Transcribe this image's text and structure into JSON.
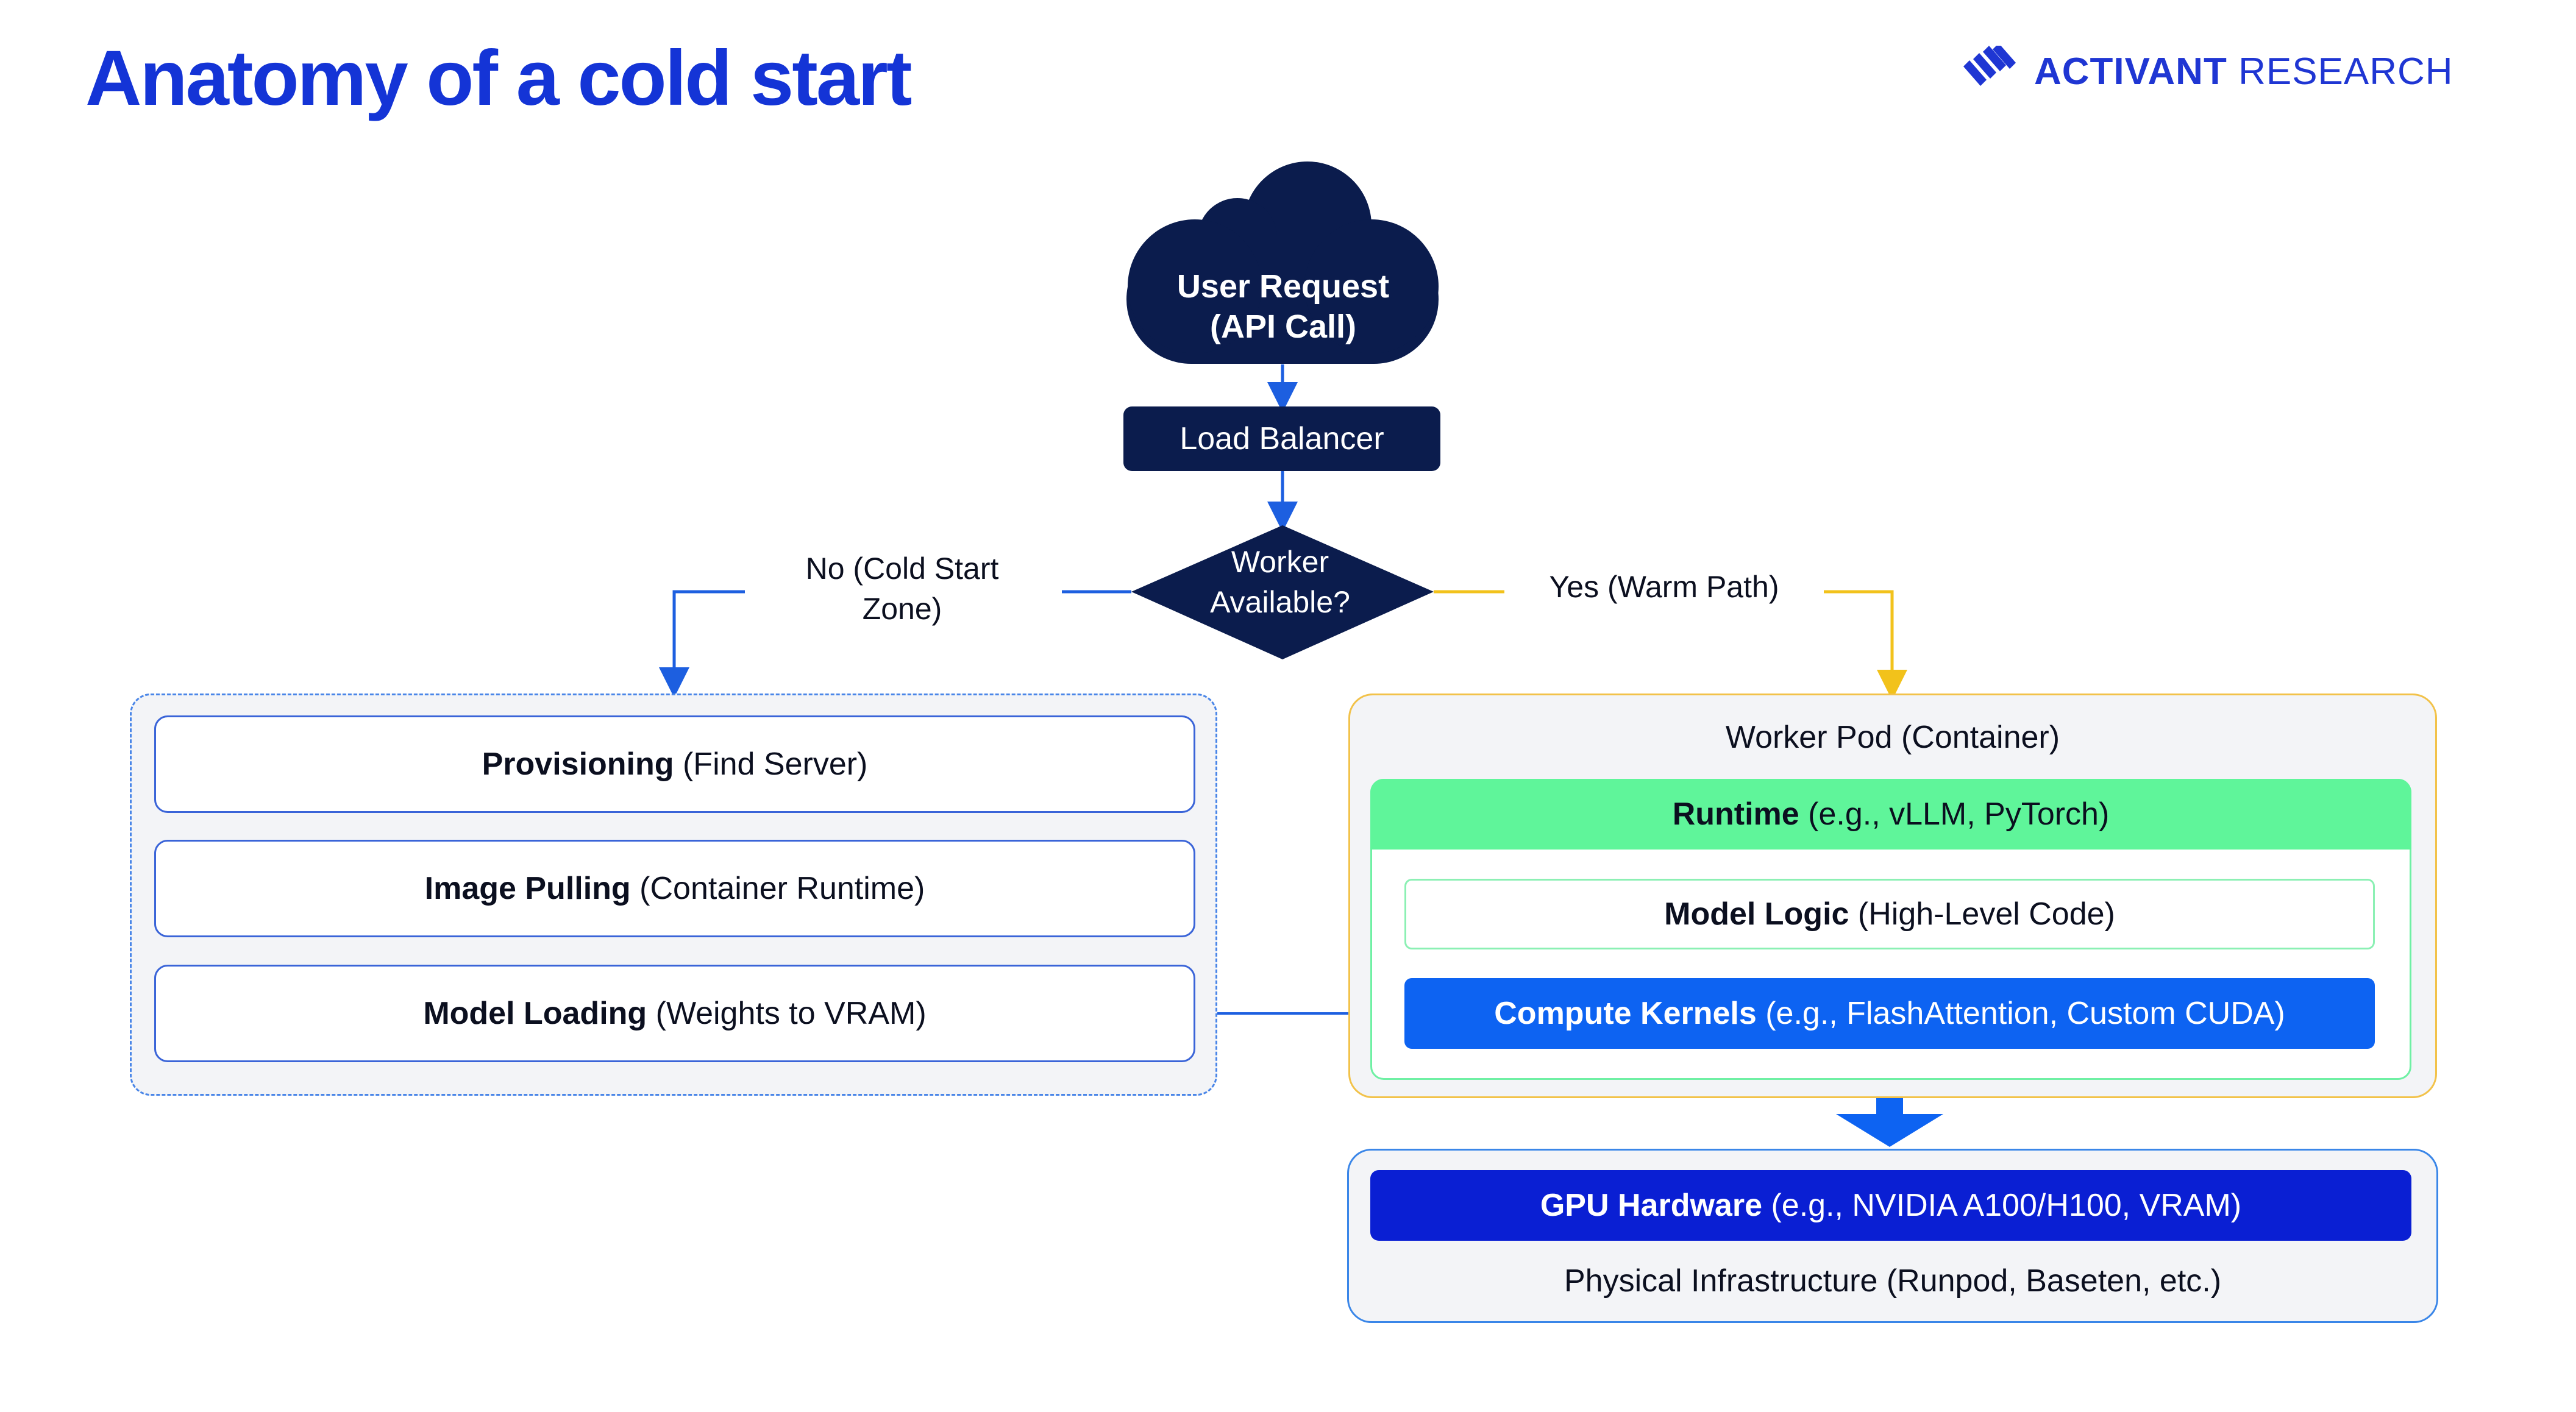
{
  "title": "Anatomy of a cold start",
  "brand": {
    "name_bold": "ACTIVANT",
    "name_light": "RESEARCH",
    "icon": "activant-logo-icon"
  },
  "nodes": {
    "user_request": {
      "line1": "User Request",
      "line2": "(API Call)"
    },
    "load_balancer": "Load Balancer",
    "decision": {
      "line1": "Worker",
      "line2": "Available?"
    }
  },
  "branches": {
    "no": {
      "line1": "No (Cold Start",
      "line2": "Zone)"
    },
    "yes": "Yes (Warm Path)"
  },
  "cold_start_steps": [
    {
      "bold": "Provisioning",
      "rest": "(Find Server)"
    },
    {
      "bold": "Image Pulling",
      "rest": "(Container Runtime)"
    },
    {
      "bold": "Model Loading",
      "rest": "(Weights to VRAM)"
    }
  ],
  "worker_pod": {
    "label": "Worker Pod (Container)",
    "runtime": {
      "bold": "Runtime",
      "rest": "(e.g., vLLM, PyTorch)"
    },
    "model_logic": {
      "bold": "Model Logic",
      "rest": "(High-Level Code)"
    },
    "compute_kernels": {
      "bold": "Compute Kernels",
      "rest": "(e.g., FlashAttention, Custom CUDA)"
    }
  },
  "infrastructure": {
    "gpu": {
      "bold": "GPU Hardware",
      "rest": "(e.g., NVIDIA A100/H100, VRAM)"
    },
    "label": "Physical Infrastructure (Runpod, Baseten, etc.)"
  },
  "colors": {
    "title": "#1434d6",
    "navy": "#0b1c4d",
    "connector_blue": "#1d5fe0",
    "connector_yellow": "#f2c21b",
    "runtime_green": "#5ff59a",
    "kernels_blue": "#0d63f2",
    "gpu_blue": "#0a1fd3"
  }
}
